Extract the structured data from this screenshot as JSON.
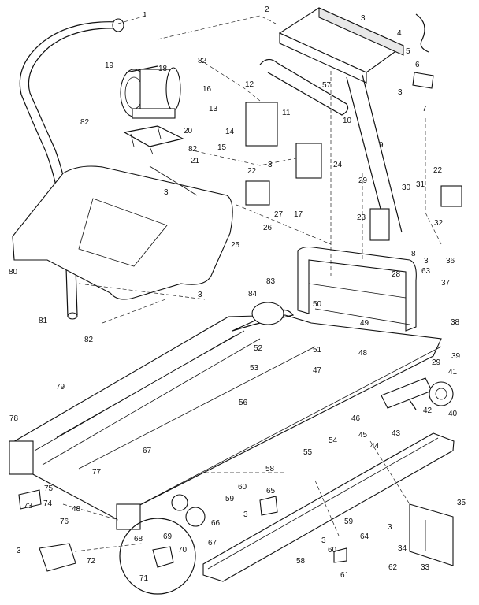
{
  "diagram": {
    "part_labels": [
      "1",
      "2",
      "3",
      "4",
      "5",
      "6",
      "82",
      "19",
      "18",
      "16",
      "57",
      "3",
      "12",
      "13",
      "11",
      "10",
      "7",
      "82",
      "20",
      "14",
      "9",
      "82",
      "21",
      "15",
      "3",
      "24",
      "22",
      "22",
      "29",
      "30",
      "31",
      "3",
      "23",
      "27",
      "17",
      "26",
      "32",
      "25",
      "8",
      "3",
      "28",
      "63",
      "36",
      "80",
      "83",
      "84",
      "50",
      "37",
      "3",
      "81",
      "82",
      "52",
      "51",
      "49",
      "48",
      "38",
      "39",
      "47",
      "53",
      "29",
      "41",
      "79",
      "56",
      "46",
      "42",
      "45",
      "43",
      "40",
      "78",
      "55",
      "54",
      "67",
      "44",
      "77",
      "58",
      "75",
      "74",
      "60",
      "65",
      "59",
      "3",
      "73",
      "48",
      "76",
      "66",
      "67",
      "35",
      "59",
      "3",
      "34",
      "68",
      "69",
      "3",
      "70",
      "60",
      "64",
      "33",
      "71",
      "72",
      "3",
      "58",
      "61",
      "62"
    ]
  }
}
